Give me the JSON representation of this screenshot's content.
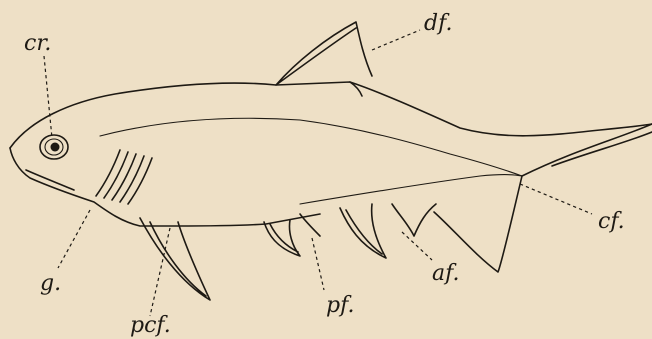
{
  "labels": {
    "cr": "cr.",
    "df": "df.",
    "g": "g.",
    "pcf": "pcf.",
    "pf": "pf.",
    "af": "af.",
    "cf": "cf."
  },
  "colors": {
    "paper": "#eee0c6",
    "ink": "#1e1a14"
  }
}
